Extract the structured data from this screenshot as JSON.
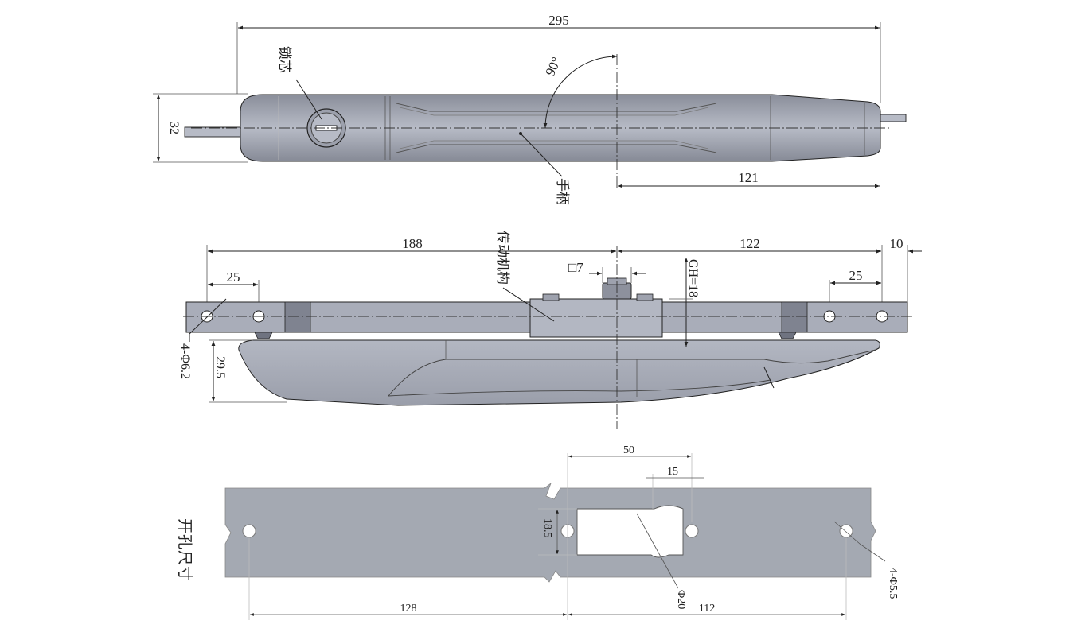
{
  "colors": {
    "part_fill": "#a7abb8",
    "part_light": "#b7bbc6",
    "part_dark": "#6f7380",
    "cutout_panel": "#a4a9b2",
    "line": "#222222"
  },
  "top_view": {
    "overall_length": "295",
    "height": "32",
    "rotation_angle": "90°",
    "right_offset": "121",
    "lock_core_label": "锁芯",
    "handle_label": "手柄"
  },
  "side_view": {
    "left_span": "188",
    "right_span": "122",
    "end_gap": "10",
    "left_hole_pitch": "25",
    "right_hole_pitch": "25",
    "square_drive": "□7",
    "gh_height": "GH=18",
    "mechanism_label": "传动机构",
    "hole_spec": "4-Φ6.2",
    "handle_depth": "29.5"
  },
  "cutout_view": {
    "title": "开孔尺寸",
    "cut_width": "50",
    "cut_offset": "15",
    "cut_height": "18.5",
    "arc_diameter": "Φ20",
    "left_pitch": "128",
    "right_pitch": "112",
    "hole_spec": "4-Φ5.5"
  }
}
